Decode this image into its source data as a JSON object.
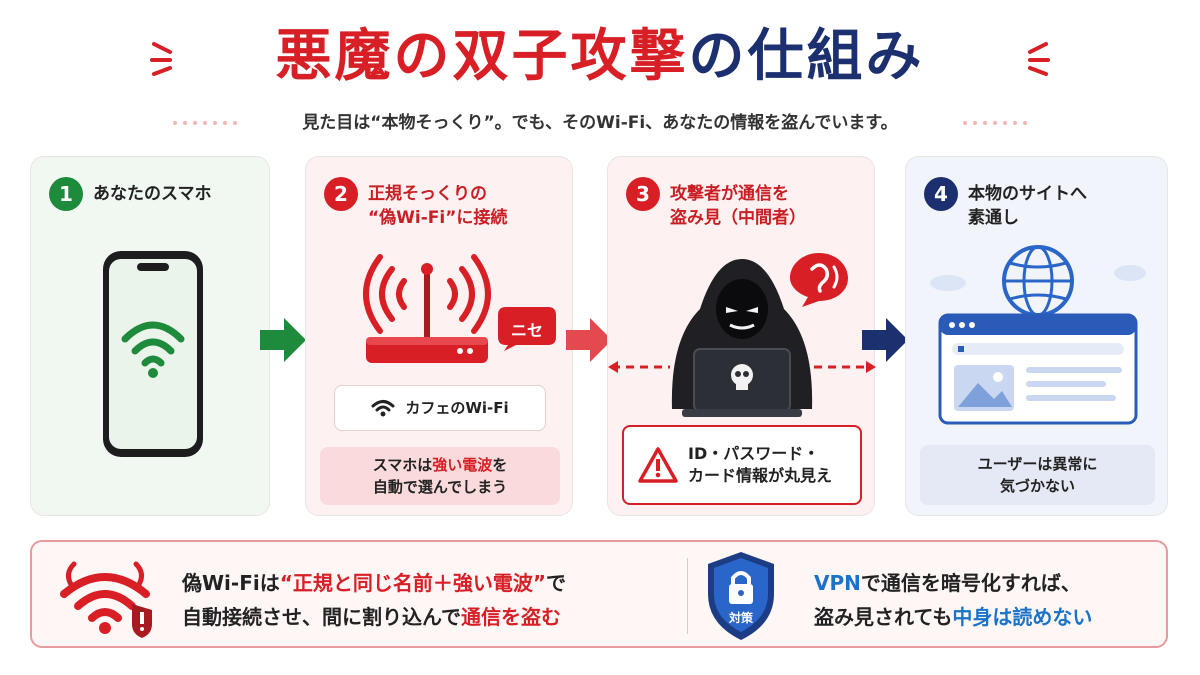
{
  "title": {
    "part1": "悪魔の双子攻撃",
    "part2": "の仕組み"
  },
  "subtitle": "見た目は“本物そっくり”。でも、そのWi-Fi、あなたの情報を盗んでいます。",
  "steps": [
    {
      "num": "1",
      "text_line1": "あなたのスマホ",
      "text_line2": ""
    },
    {
      "num": "2",
      "text_line1": "正規そっくりの",
      "text_line2": "“偽Wi-Fi”に接続",
      "badge": "ニセ",
      "wifi_name": "カフェのWi-Fi",
      "note_a": "スマホは",
      "note_b": "強い電波",
      "note_c": "を",
      "note_line2": "自動で選んでしまう"
    },
    {
      "num": "3",
      "text_line1": "攻撃者が通信を",
      "text_line2": "盗み見（中間者）",
      "warn_line1": "ID・パスワード・",
      "warn_line2": "カード情報が丸見え"
    },
    {
      "num": "4",
      "text_line1": "本物のサイトへ",
      "text_line2": "素通し",
      "note_line1": "ユーザーは異常に",
      "note_line2": "気づかない"
    }
  ],
  "bottom": {
    "left_a": "偽Wi-Fiは",
    "left_b": "“正規と同じ名前＋強い電波”",
    "left_c": "で",
    "left_d": "自動接続させ、間に割り込んで",
    "left_e": "通信を盗む",
    "shield_label": "対策",
    "right_a": "VPN",
    "right_b": "で通信を暗号化すれば、",
    "right_c": "盗み見されても",
    "right_d": "中身は読めない"
  },
  "colors": {
    "red": "#d81f26",
    "navy": "#1c2f6e",
    "green": "#1e8a3b",
    "blue": "#1a73c8"
  },
  "icons": [
    "smartphone-icon",
    "wifi-icon",
    "router-icon",
    "hacker-icon",
    "laptop-icon",
    "skull-icon",
    "ear-icon",
    "warning-icon",
    "globe-icon",
    "browser-icon",
    "devil-wifi-icon",
    "shield-lock-icon"
  ]
}
